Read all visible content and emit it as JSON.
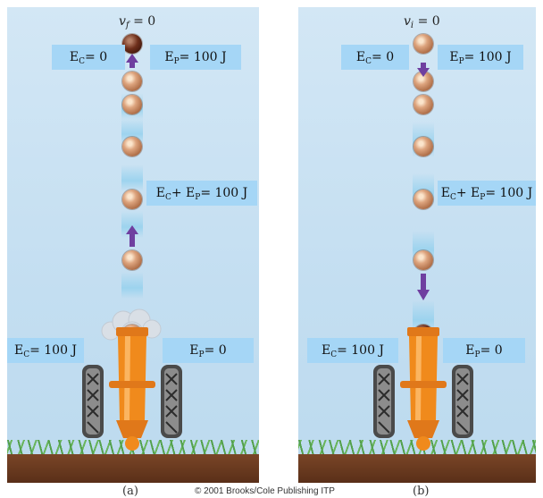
{
  "panel_a": {
    "title_symbol": "v",
    "title_sub": "f",
    "title_value": " = 0",
    "top_left": {
      "symbol": "E",
      "sub": "C",
      "text": "= 0"
    },
    "top_right": {
      "symbol": "E",
      "sub": "P",
      "text": "= 100 J"
    },
    "middle": {
      "symbol1": "E",
      "sub1": "C",
      "plus": "+ E",
      "sub2": "P",
      "text": "= 100 J"
    },
    "bottom_left": {
      "symbol": "E",
      "sub": "C",
      "text": "= 100 J"
    },
    "bottom_right": {
      "symbol": "E",
      "sub": "P",
      "text": "= 0"
    },
    "caption": "(a)"
  },
  "panel_b": {
    "title_symbol": "v",
    "title_sub": "i",
    "title_value": " = 0",
    "top_left": {
      "symbol": "E",
      "sub": "C",
      "text": "= 0"
    },
    "top_right": {
      "symbol": "E",
      "sub": "P",
      "text": "= 100 J"
    },
    "middle": {
      "symbol1": "E",
      "sub1": "C",
      "plus": "+ E",
      "sub2": "P",
      "text": "= 100 J"
    },
    "bottom_left": {
      "symbol": "E",
      "sub": "C",
      "text": "= 100 J"
    },
    "bottom_right": {
      "symbol": "E",
      "sub": "P",
      "text": "= 0"
    },
    "caption": "(b)"
  },
  "copyright": "© 2001 Brooks/Cole Publishing ITP",
  "colors": {
    "sky": "#c3def1",
    "label_box": "#a5d6f6",
    "arrow": "#6f3fa0",
    "cannon": "#f08a1c",
    "ground": "#6b3a1f",
    "grass": "#5aaa4e"
  }
}
